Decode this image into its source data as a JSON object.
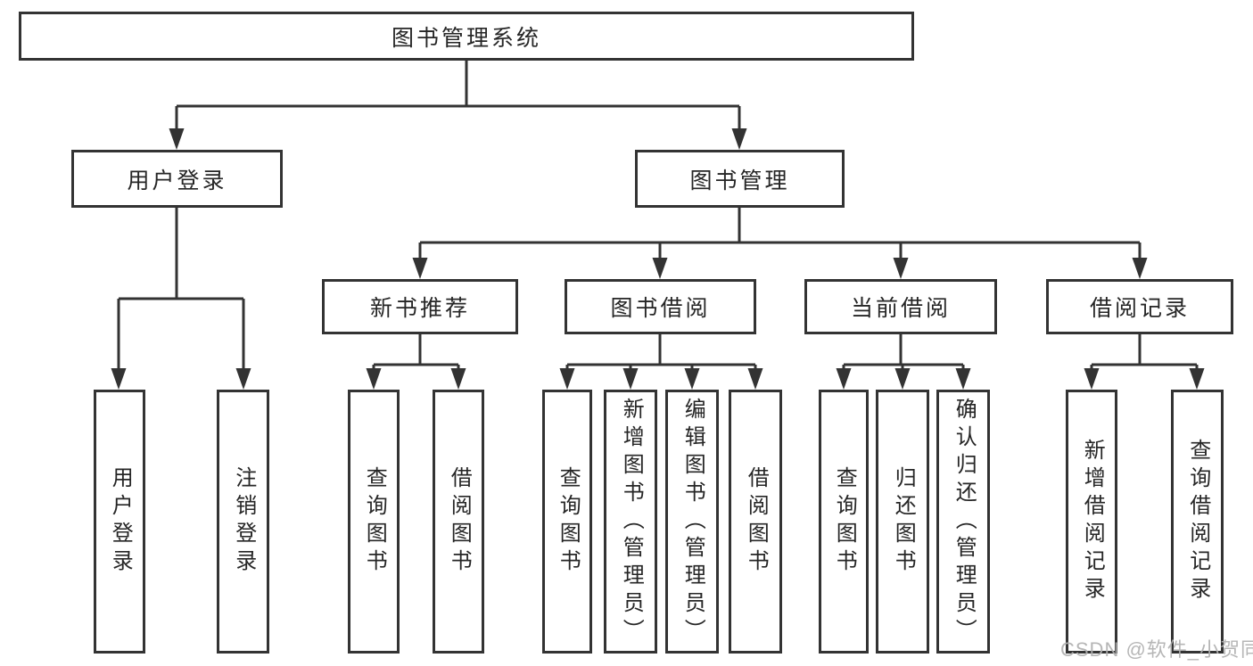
{
  "tree": {
    "label": "图书管理系统",
    "children": [
      {
        "label": "用户登录",
        "children": [
          {
            "label": "用户登录"
          },
          {
            "label": "注销登录"
          }
        ]
      },
      {
        "label": "图书管理",
        "children": [
          {
            "label": "新书推荐",
            "children": [
              {
                "label": "查询图书"
              },
              {
                "label": "借阅图书"
              }
            ]
          },
          {
            "label": "图书借阅",
            "children": [
              {
                "label": "查询图书"
              },
              {
                "label": "新增图书（管理员）"
              },
              {
                "label": "编辑图书（管理员）"
              },
              {
                "label": "借阅图书"
              }
            ]
          },
          {
            "label": "当前借阅",
            "children": [
              {
                "label": "查询图书"
              },
              {
                "label": "归还图书"
              },
              {
                "label": "确认归还（管理员）"
              }
            ]
          },
          {
            "label": "借阅记录",
            "children": [
              {
                "label": "新增借阅记录"
              },
              {
                "label": "查询借阅记录"
              }
            ]
          }
        ]
      }
    ]
  },
  "watermark": {
    "text": "CSDN @软件_小贺同学"
  },
  "colors": {
    "line": "#333333",
    "text": "#262626",
    "watermark": "#b0b0b0",
    "background": "#ffffff"
  }
}
